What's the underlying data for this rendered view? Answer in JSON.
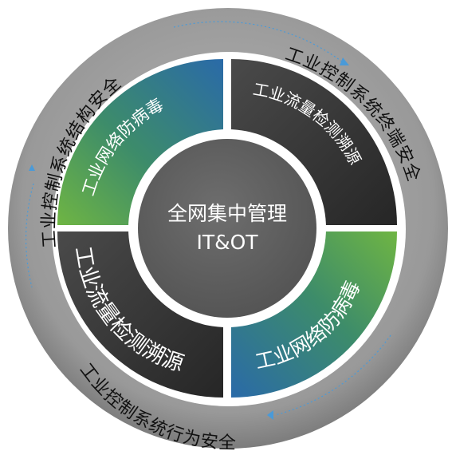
{
  "outer_ring": {
    "top_left": "工业控制系统结构安全",
    "right": "工业控制系统终端安全",
    "bottom": "工业控制系统行为安全"
  },
  "segments": {
    "top_left": "工业网络防病毒",
    "top_right": "工业流量检测溯源",
    "bottom_left": "工业流量检测溯源",
    "bottom_right": "工业网络防病毒"
  },
  "center": {
    "line1": "全网集中管理",
    "line2": "IT&OT"
  },
  "colors": {
    "outer_ring": "#9a9a9a",
    "gap_ring": "#ffffff",
    "dark_segment": "#2e2e2e",
    "green": "#6fb543",
    "blue": "#2a6aa8",
    "center": "#616161",
    "arrow": "#4a9ad8"
  }
}
